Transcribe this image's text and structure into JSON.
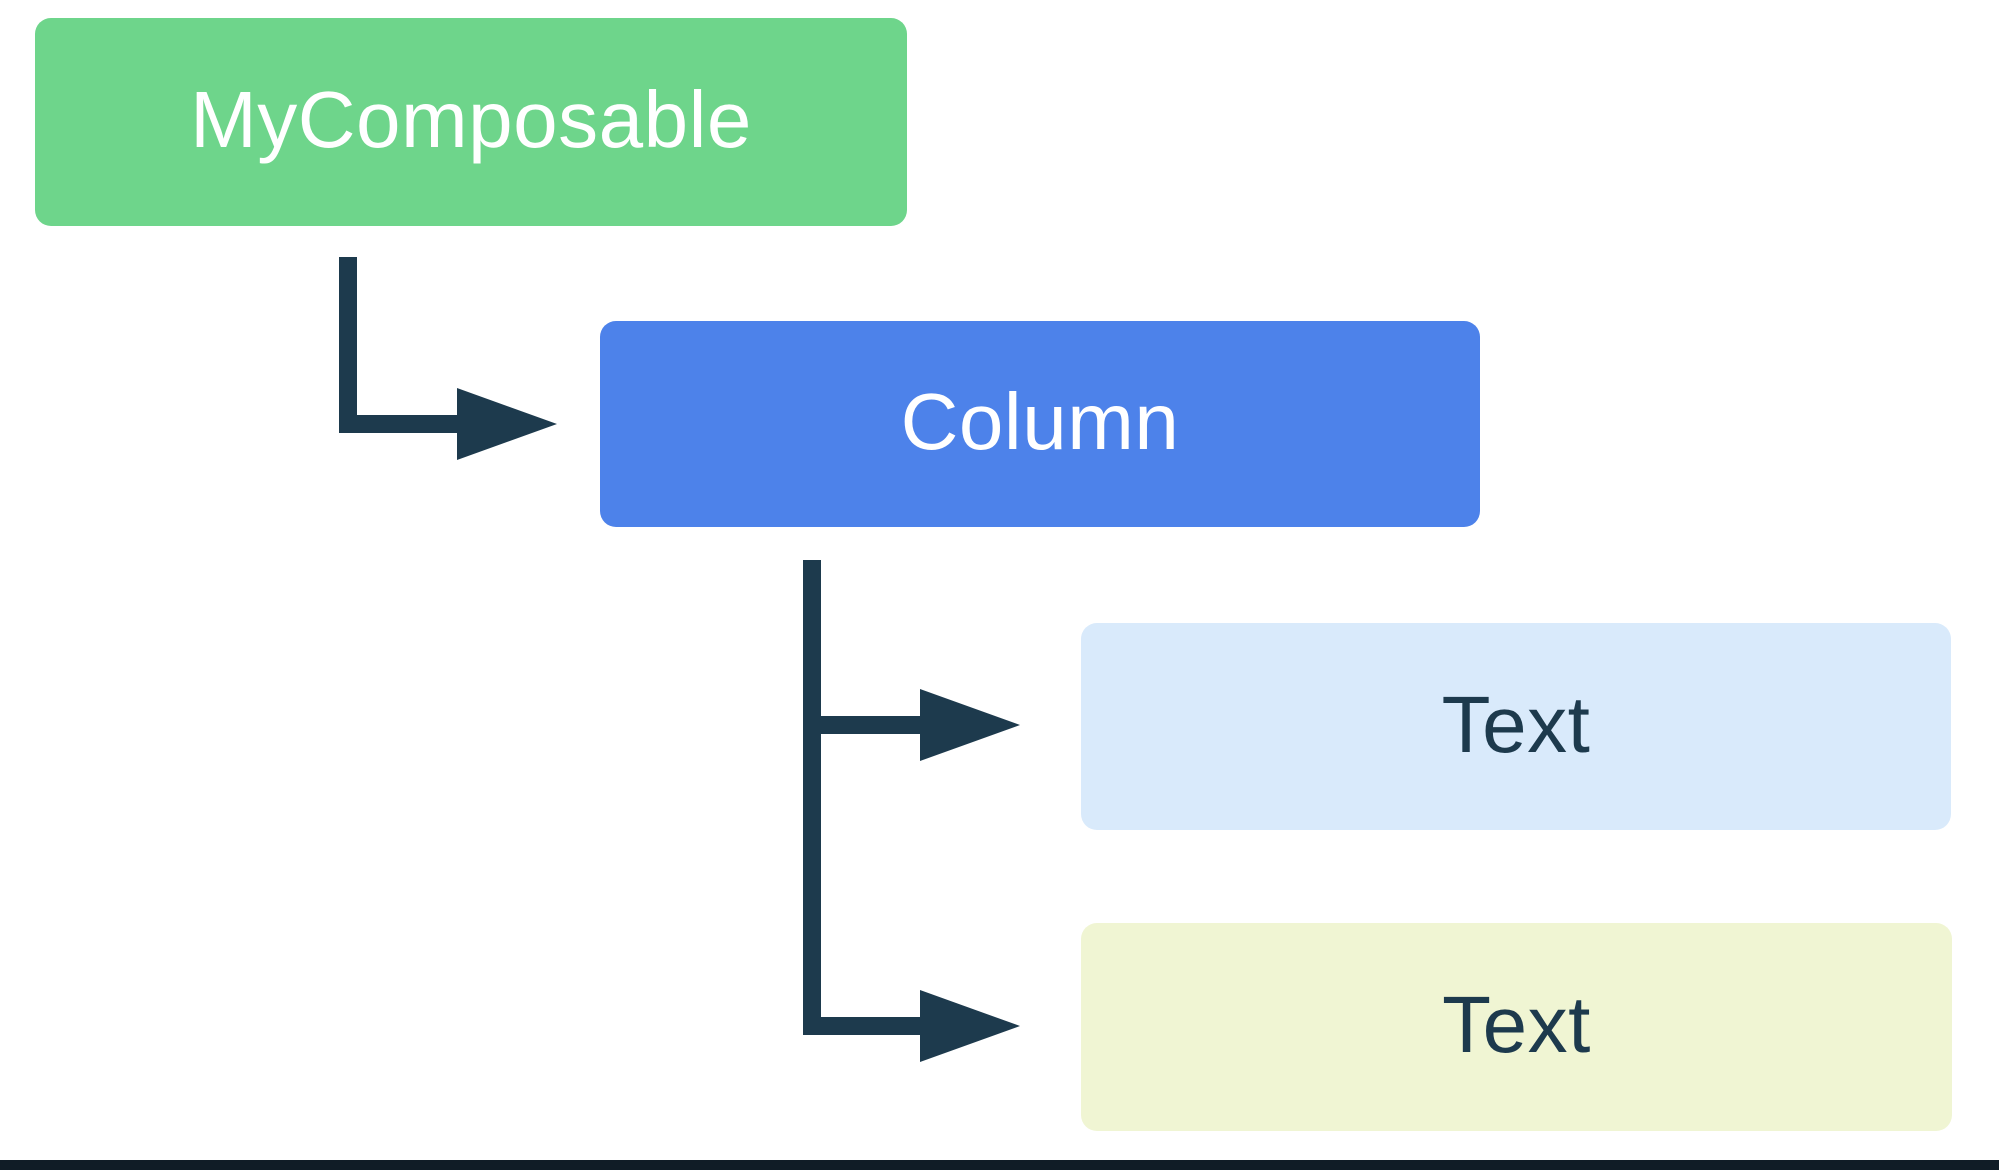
{
  "diagram": {
    "type": "tree",
    "background": "#FFFFFF",
    "connector_color": "#1D3A4D",
    "bottom_border_color": "#101C26",
    "nodes": [
      {
        "id": "my-composable",
        "label": "MyComposable",
        "fill": "#6ED58B",
        "text_color": "#FFFFFF"
      },
      {
        "id": "column",
        "label": "Column",
        "fill": "#4D82EA",
        "text_color": "#FFFFFF"
      },
      {
        "id": "text-1",
        "label": "Text",
        "fill": "#D9EAFB",
        "text_color": "#1D3A4D"
      },
      {
        "id": "text-2",
        "label": "Text",
        "fill": "#F0F5D3",
        "text_color": "#1D3A4D"
      }
    ],
    "edges": [
      {
        "from": "my-composable",
        "to": "column"
      },
      {
        "from": "column",
        "to": "text-1"
      },
      {
        "from": "column",
        "to": "text-2"
      }
    ]
  }
}
